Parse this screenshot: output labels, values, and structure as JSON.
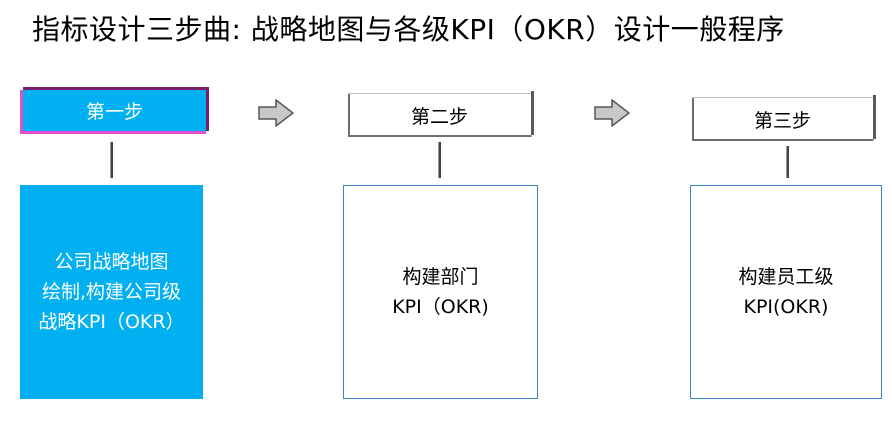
{
  "title": "指标设计三步曲: 战略地图与各级KPI（OKR）设计一般程序",
  "steps": [
    {
      "label": "第一步",
      "lines": [
        "公司战略地图",
        "绘制,构建公司级",
        "战略KPI（OKR）"
      ]
    },
    {
      "label": "第二步",
      "lines": [
        "构建部门",
        "KPI（OKR)"
      ]
    },
    {
      "label": "第三步",
      "lines": [
        "构建员工级",
        "KPI(OKR)"
      ]
    }
  ],
  "colors": {
    "accent": "#00b0f0",
    "box_border": "#3a86c8",
    "header_edge": "#e050d0"
  },
  "icons": [
    "right-arrow-icon",
    "right-arrow-icon"
  ]
}
